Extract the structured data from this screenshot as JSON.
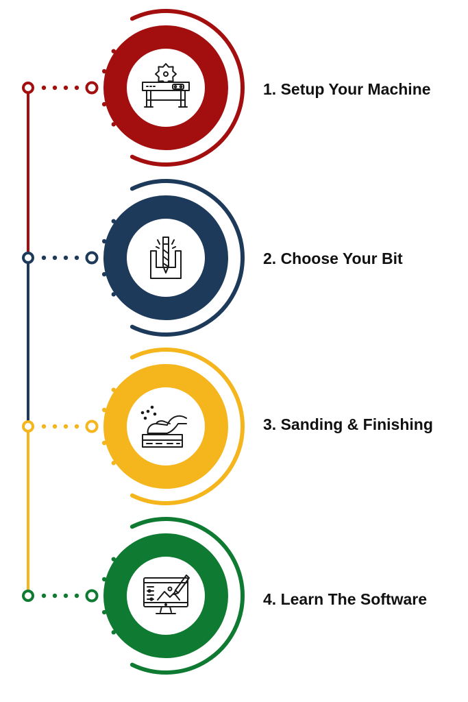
{
  "steps": [
    {
      "label": "1. Setup Your Machine",
      "color": "#A30F0F",
      "icon": "table-saw-icon"
    },
    {
      "label": "2. Choose Your Bit",
      "color": "#1E3A5B",
      "icon": "drill-bit-icon"
    },
    {
      "label": "3. Sanding & Finishing",
      "color": "#F5B51C",
      "icon": "sanding-hand-icon"
    },
    {
      "label": "4. Learn The Software",
      "color": "#0F7A31",
      "icon": "design-software-monitor-icon"
    }
  ]
}
